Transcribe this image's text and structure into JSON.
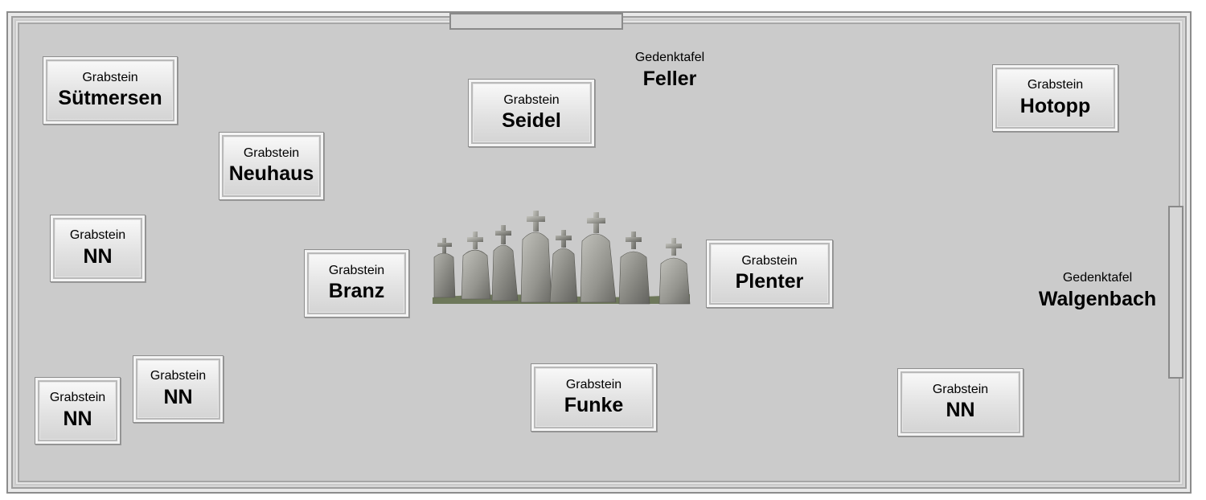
{
  "memorials": {
    "suetmersen": {
      "label": "Grabstein",
      "name": "Sütmersen"
    },
    "seidel": {
      "label": "Grabstein",
      "name": "Seidel"
    },
    "hotopp": {
      "label": "Grabstein",
      "name": "Hotopp"
    },
    "neuhaus": {
      "label": "Grabstein",
      "name": "Neuhaus"
    },
    "nn_left_mid": {
      "label": "Grabstein",
      "name": "NN"
    },
    "branz": {
      "label": "Grabstein",
      "name": "Branz"
    },
    "plenter": {
      "label": "Grabstein",
      "name": "Plenter"
    },
    "nn_left_bottom_inner": {
      "label": "Grabstein",
      "name": "NN"
    },
    "nn_left_bottom_outer": {
      "label": "Grabstein",
      "name": "NN"
    },
    "funke": {
      "label": "Grabstein",
      "name": "Funke"
    },
    "nn_right_bottom": {
      "label": "Grabstein",
      "name": "NN"
    }
  },
  "plaques": {
    "feller": {
      "label": "Gedenktafel",
      "name": "Feller"
    },
    "walgenbach": {
      "label": "Gedenktafel",
      "name": "Walgenbach"
    }
  },
  "colors": {
    "ground": "#cbcbcb",
    "stone_face": "#e2e2e2",
    "border": "#8c8c8c"
  },
  "icons": {
    "center_picture": "gravestones-cluster-icon"
  }
}
